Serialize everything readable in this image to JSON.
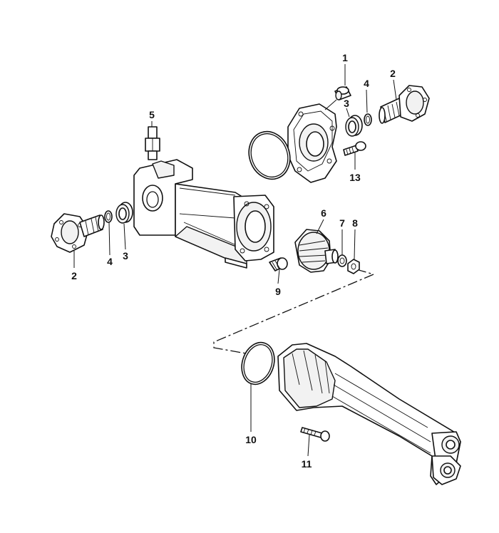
{
  "callouts": {
    "c1": "1",
    "c2_top": "2",
    "c3_top": "3",
    "c4_top": "4",
    "c13": "13",
    "c5": "5",
    "c2_left": "2",
    "c4_left": "4",
    "c3_left": "3",
    "c6": "6",
    "c7": "7",
    "c8": "8",
    "c9": "9",
    "c10": "10",
    "c11": "11"
  }
}
